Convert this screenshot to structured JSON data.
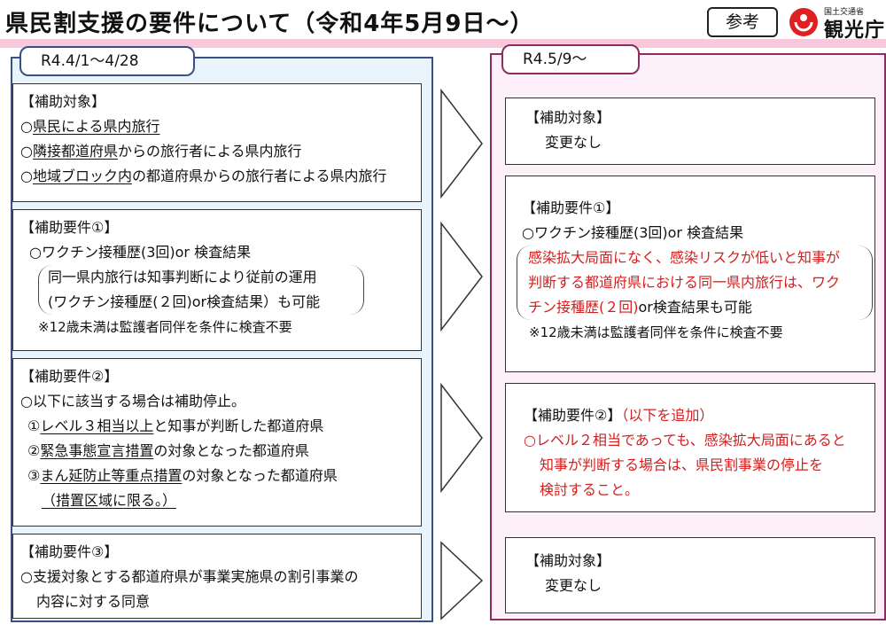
{
  "header": {
    "title": "県民割支援の要件について（令和4年5月9日～）",
    "badge": "参考",
    "logo_small": "国土交通省",
    "logo_large": "観光庁"
  },
  "left": {
    "tab": "R4.4/1～4/28",
    "box1": {
      "heading": "【補助対象】",
      "l1_prefix": "○",
      "l1_u": "県民による県内旅行",
      "l2_prefix": "○",
      "l2_u": "隣接都道府県",
      "l2_rest": "からの旅行者による県内旅行",
      "l3_prefix": "○",
      "l3_u": "地域ブロック内",
      "l3_rest": "の都道府県からの旅行者による県内旅行"
    },
    "box2": {
      "heading": "【補助要件①】",
      "l1": "○ワクチン接種歴(3回)or 検査結果",
      "p1": "同一県内旅行は知事判断により従前の運用",
      "p2": "(ワクチン接種歴(２回)or検査結果）も可能",
      "note": "※12歳未満は監護者同伴を条件に検査不要"
    },
    "box3": {
      "heading": "【補助要件②】",
      "l1": "○以下に該当する場合は補助停止。",
      "l2_prefix": "①",
      "l2_u": "レベル３相当以上",
      "l2_rest": "と知事が判断した都道府県",
      "l3_prefix": "②",
      "l3_u": "緊急事態宣言措置",
      "l3_rest": "の対象となった都道府県",
      "l4_prefix": "③",
      "l4_u": "まん延防止等重点措置",
      "l4_rest": "の対象となった都道府県",
      "l5": "（措置区域に限る。）"
    },
    "box4": {
      "heading": "【補助要件③】",
      "l1": "○支援対象とする都道府県が事業実施県の割引事業の",
      "l2": "内容に対する同意"
    }
  },
  "right": {
    "tab": "R4.5/9～",
    "box1": {
      "heading": "【補助対象】",
      "l1": "変更なし"
    },
    "box2": {
      "heading": "【補助要件①】",
      "l1": "○ワクチン接種歴(3回)or 検査結果",
      "r1": "感染拡大局面になく、感染リスクが低いと知事が",
      "r2": "判断する都道府県における同一県内旅行は、ワク",
      "r3_red": "チン接種歴(２回)",
      "r3_rest": "or検査結果も可能",
      "note": "※12歳未満は監護者同伴を条件に検査不要"
    },
    "box3": {
      "heading": "【補助要件②】",
      "heading_add": "（以下を追加）",
      "l1": "○レベル２相当であっても、感染拡大局面にあると",
      "l2": "知事が判断する場合は、県民割事業の停止を",
      "l3": "検討すること。"
    },
    "box4": {
      "heading": "【補助対象】",
      "l1": "変更なし"
    }
  },
  "colors": {
    "band": "#f8c8dc",
    "left_panel": "#e8f3fb",
    "left_border": "#3a4f87",
    "right_panel": "#fdf0f8",
    "right_border": "#8c2c5f",
    "red_text": "#d21f1f",
    "logo_red": "#e02020"
  },
  "icons": [
    "chevron-arrow-icon",
    "mlit-logo-icon"
  ]
}
